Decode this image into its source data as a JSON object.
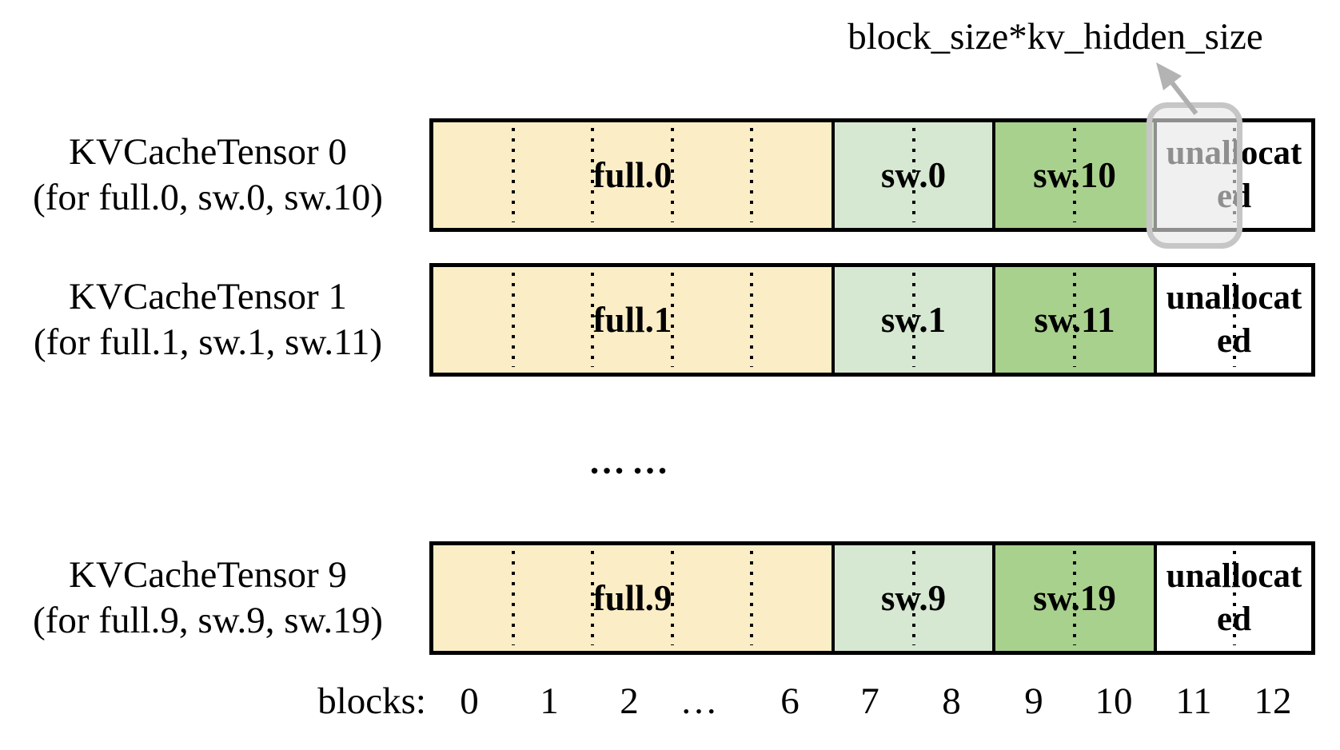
{
  "annotation": {
    "label": "block_size*kv_hidden_size"
  },
  "tensors": [
    {
      "name": "KVCacheTensor 0",
      "scope": "(for full.0, sw.0, sw.10)",
      "full_label": "full.0",
      "sw_front_label": "sw.0",
      "sw_back_label": "sw.10",
      "unallocated_label": "unallocated",
      "highlighted_block": "11"
    },
    {
      "name": "KVCacheTensor 1",
      "scope": "(for full.1, sw.1, sw.11)",
      "full_label": "full.1",
      "sw_front_label": "sw.1",
      "sw_back_label": "sw.11",
      "unallocated_label": "unallocated"
    },
    {
      "name": "KVCacheTensor 9",
      "scope": "(for full.9, sw.9, sw.19)",
      "full_label": "full.9",
      "sw_front_label": "sw.9",
      "sw_back_label": "sw.19",
      "unallocated_label": "unallocated"
    }
  ],
  "between_rows_ellipsis": "……",
  "axis": {
    "label": "blocks:",
    "ticks": [
      "0",
      "1",
      "2",
      "…",
      "6",
      "7",
      "8",
      "9",
      "10",
      "11",
      "12"
    ]
  },
  "colors": {
    "full_block": "#FBEEC6",
    "sliding_window_front": "#D7E8D2",
    "sliding_window_back": "#A9D18E",
    "unallocated": "#FFFFFF",
    "outline": "#000000",
    "highlight_fill": "#E7E6E6",
    "highlight_border": "#C6C6C6",
    "arrow": "#AFAFAF"
  }
}
